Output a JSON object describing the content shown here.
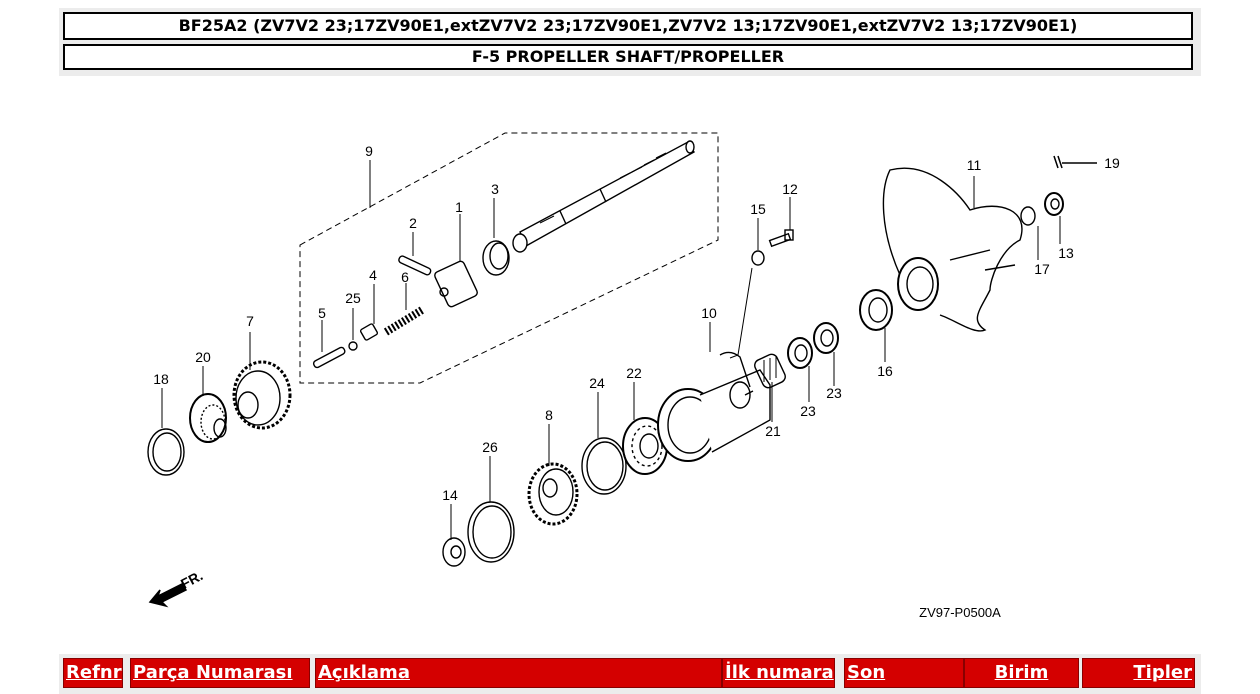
{
  "header": {
    "model_line": "BF25A2 (ZV7V2 23;17ZV90E1,extZV7V2 23;17ZV90E1,ZV7V2 13;17ZV90E1,extZV7V2 13;17ZV90E1)",
    "section_title": "F-5 PROPELLER SHAFT/PROPELLER"
  },
  "diagram": {
    "part_labels": [
      "1",
      "2",
      "3",
      "4",
      "5",
      "6",
      "7",
      "8",
      "9",
      "10",
      "11",
      "12",
      "13",
      "14",
      "15",
      "16",
      "17",
      "18",
      "19",
      "20",
      "21",
      "22",
      "23",
      "23",
      "24",
      "25",
      "26"
    ],
    "direction_label": "FR.",
    "drawing_code": "ZV97-P0500A"
  },
  "table": {
    "columns": [
      "Refnr",
      "Parça Numarası",
      "Açıklama",
      "İlk numara",
      "Son",
      "Birim",
      "Tipler"
    ]
  }
}
